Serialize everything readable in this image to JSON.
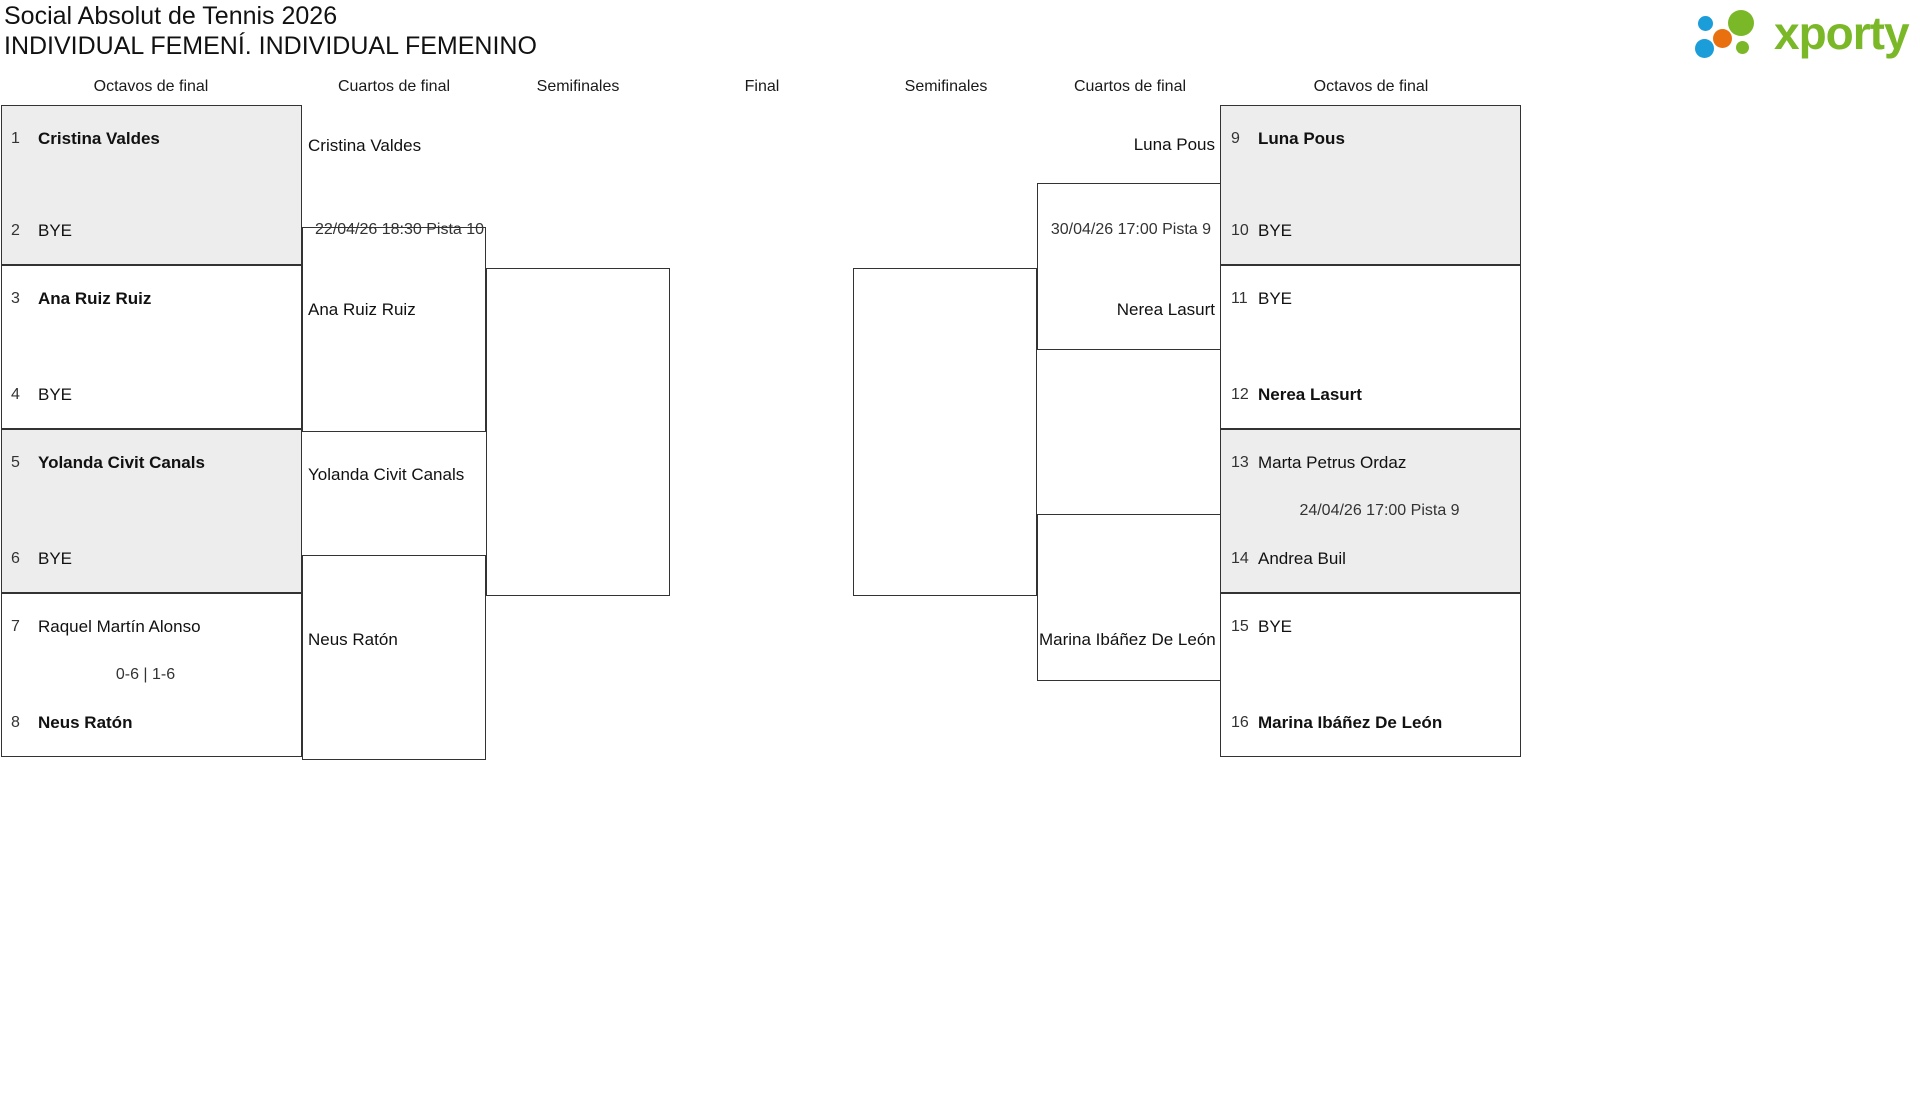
{
  "header": {
    "tournament": "Social Absolut de Tennis 2026",
    "category": "INDIVIDUAL FEMENÍ. INDIVIDUAL FEMENINO",
    "logo_text": "xporty",
    "logo_colors": {
      "green": "#7ab828",
      "blue": "#1b9dd9",
      "orange": "#e8700f"
    }
  },
  "rounds": {
    "left": [
      {
        "label": "Octavos de final"
      },
      {
        "label": "Cuartos de final"
      },
      {
        "label": "Semifinales"
      }
    ],
    "center": {
      "label": "Final"
    },
    "right": [
      {
        "label": "Semifinales"
      },
      {
        "label": "Cuartos de final"
      },
      {
        "label": "Octavos de final"
      }
    ]
  },
  "bracket": {
    "left_round16": [
      {
        "shaded": true,
        "top": {
          "seed": "1",
          "name": "Cristina Valdes",
          "winner": true
        },
        "bottom": {
          "seed": "2",
          "name": "BYE",
          "winner": false
        },
        "meta": ""
      },
      {
        "shaded": false,
        "top": {
          "seed": "3",
          "name": "Ana Ruiz Ruiz",
          "winner": true
        },
        "bottom": {
          "seed": "4",
          "name": "BYE",
          "winner": false
        },
        "meta": ""
      },
      {
        "shaded": true,
        "top": {
          "seed": "5",
          "name": "Yolanda Civit Canals",
          "winner": true
        },
        "bottom": {
          "seed": "6",
          "name": "BYE",
          "winner": false
        },
        "meta": ""
      },
      {
        "shaded": false,
        "top": {
          "seed": "7",
          "name": "Raquel Martín Alonso",
          "winner": false
        },
        "bottom": {
          "seed": "8",
          "name": "Neus Ratón",
          "winner": true
        },
        "meta": "0-6 | 1-6"
      }
    ],
    "right_round16": [
      {
        "shaded": true,
        "top": {
          "seed": "9",
          "name": "Luna Pous",
          "winner": true
        },
        "bottom": {
          "seed": "10",
          "name": "BYE",
          "winner": false
        },
        "meta": ""
      },
      {
        "shaded": false,
        "top": {
          "seed": "11",
          "name": "BYE",
          "winner": false
        },
        "bottom": {
          "seed": "12",
          "name": "Nerea Lasurt",
          "winner": true
        },
        "meta": ""
      },
      {
        "shaded": true,
        "top": {
          "seed": "13",
          "name": "Marta Petrus Ordaz",
          "winner": false
        },
        "bottom": {
          "seed": "14",
          "name": "Andrea Buil",
          "winner": false
        },
        "meta": "24/04/26 17:00 Pista 9"
      },
      {
        "shaded": false,
        "top": {
          "seed": "15",
          "name": "BYE",
          "winner": false
        },
        "bottom": {
          "seed": "16",
          "name": "Marina Ibáñez De León",
          "winner": true
        },
        "meta": ""
      }
    ],
    "left_quarters": [
      {
        "top": "Cristina Valdes",
        "bottom": "Ana Ruiz Ruiz",
        "meta": "22/04/26 18:30 Pista 10"
      },
      {
        "top": "Yolanda Civit Canals",
        "bottom": "Neus Ratón",
        "meta": ""
      }
    ],
    "right_quarters": [
      {
        "top": "Luna Pous",
        "bottom": "Nerea Lasurt",
        "meta": "30/04/26 17:00 Pista 9"
      },
      {
        "top": "",
        "bottom": "Marina Ibáñez De León",
        "meta": ""
      }
    ],
    "left_semifinal": {
      "top": "",
      "bottom": "",
      "meta": ""
    },
    "right_semifinal": {
      "top": "",
      "bottom": "",
      "meta": ""
    },
    "final": {
      "top": "",
      "bottom": "",
      "meta": ""
    }
  }
}
